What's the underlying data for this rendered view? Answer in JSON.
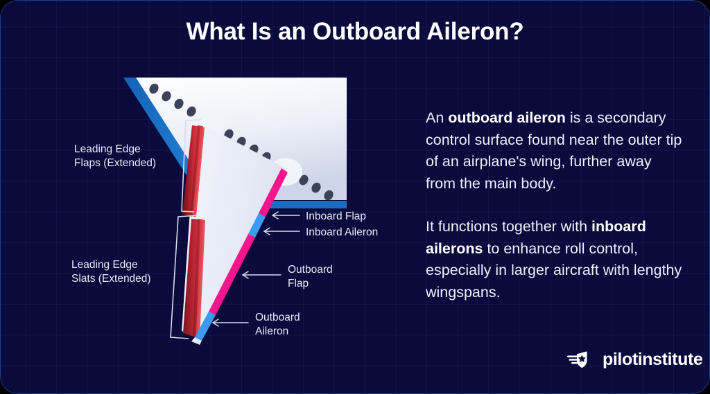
{
  "page": {
    "title": "What Is an Outboard Aileron?",
    "background_color": "#0a0a3c",
    "accent_blue": "#1c72c4",
    "accent_magenta": "#f5158c",
    "accent_red": "#c0222e",
    "accent_light_blue": "#3b9bf0",
    "text_color": "#eef0fa"
  },
  "copy": {
    "paragraph1": {
      "before": "An ",
      "bold": "outboard aileron",
      "after": " is a secondary control surface found near the outer tip of an airplane's wing, further away from the main body."
    },
    "paragraph2": {
      "before": "It functions together with ",
      "bold": "inboard ailerons",
      "after": " to enhance roll control, especially in larger aircraft with lengthy wingspans."
    }
  },
  "diagram": {
    "bracket_labels": [
      {
        "name": "leading-edge-flaps",
        "text": "Leading Edge\nFlaps (Extended)"
      },
      {
        "name": "leading-edge-slats",
        "text": "Leading Edge\nSlats (Extended)"
      }
    ],
    "callouts": [
      {
        "name": "inboard-flap",
        "text": "Inboard Flap"
      },
      {
        "name": "inboard-aileron",
        "text": "Inboard Aileron"
      },
      {
        "name": "outboard-flap",
        "text": "Outboard\nFlap"
      },
      {
        "name": "outboard-aileron",
        "text": "Outboard\nAileron"
      }
    ]
  },
  "logo": {
    "text": "pilotinstitute",
    "icon": "winged-shield-star-icon"
  }
}
